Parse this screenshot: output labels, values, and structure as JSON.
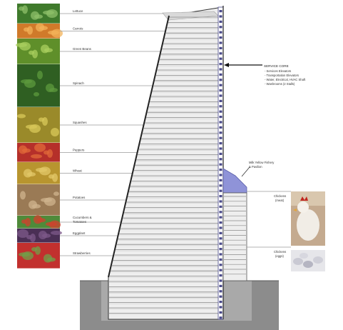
{
  "crops": [
    {
      "label": "Lettuce",
      "color": "#3f7a2c",
      "accent": "#8fc06a"
    },
    {
      "label": "Carrots",
      "color": "#d07a2a",
      "accent": "#f3b35a"
    },
    {
      "label": "Green Beans",
      "color": "#5f8f2a",
      "accent": "#a9cf5f"
    },
    {
      "label": "Spinach",
      "color": "#2f5f22",
      "accent": "#5e9a3e"
    },
    {
      "label": "Squashes",
      "color": "#9a8a2a",
      "accent": "#d8c85a"
    },
    {
      "label": "Peppers",
      "color": "#b5302a",
      "accent": "#e26a3a"
    },
    {
      "label": "Wheat",
      "color": "#b8952f",
      "accent": "#e3c869"
    },
    {
      "label": "Potatoes",
      "color": "#9a7a55",
      "accent": "#cfb48e"
    },
    {
      "label": "Cucumbers & Tomatoes",
      "color": "#4f8a3a",
      "accent": "#d0402e"
    },
    {
      "label": "Eggplant",
      "color": "#4a2f55",
      "accent": "#7d5a8a"
    },
    {
      "label": "Strawberries",
      "color": "#c2302e",
      "accent": "#6fa04a"
    }
  ],
  "service_core": {
    "title": "SERVICE CORE",
    "items": [
      "- Services Elevators",
      "- Transportation Elevators",
      "- Water, Electrical, HVAC Shaft",
      "- Washrooms (2 Stalls)"
    ]
  },
  "annex": {
    "label_line1": "Milk Yellow Fishery",
    "label_line2": "& Pavilion",
    "chickens_line1": "Chickens",
    "chickens_line2": "(meat)",
    "eggs_line1": "Chickens",
    "eggs_line2": "(eggs)"
  },
  "colors": {
    "floor_line": "#8a8a8a",
    "core": "#4a4a8a",
    "ground": "#8c8c8c",
    "leader": "#9a9a9a",
    "annex_roof": "#8f93d8"
  }
}
